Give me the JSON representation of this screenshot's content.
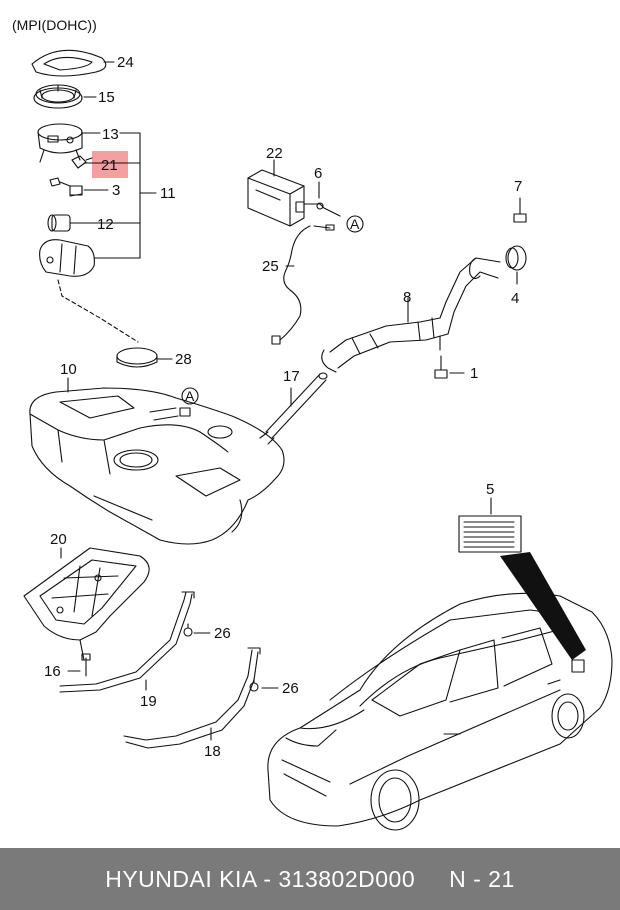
{
  "header": {
    "engine": "(MPI(DOHC))"
  },
  "callouts": {
    "c1": "1",
    "c3": "3",
    "c4": "4",
    "c5": "5",
    "c6": "6",
    "c7": "7",
    "c8": "8",
    "c10": "10",
    "c11": "11",
    "c12": "12",
    "c13": "13",
    "c15": "15",
    "c16": "16",
    "c17": "17",
    "c18": "18",
    "c19": "19",
    "c20": "20",
    "c21": "21",
    "c22": "22",
    "c24": "24",
    "c25": "25",
    "c26a": "26",
    "c26b": "26",
    "c28": "28",
    "refA1": "A",
    "refA2": "A"
  },
  "highlight": {
    "part": "21",
    "color": "#f4a0a0"
  },
  "footer": {
    "part_info": "HYUNDAI  KIA - 313802D000",
    "page": "N - 21",
    "bg": "#7a7a7a"
  }
}
